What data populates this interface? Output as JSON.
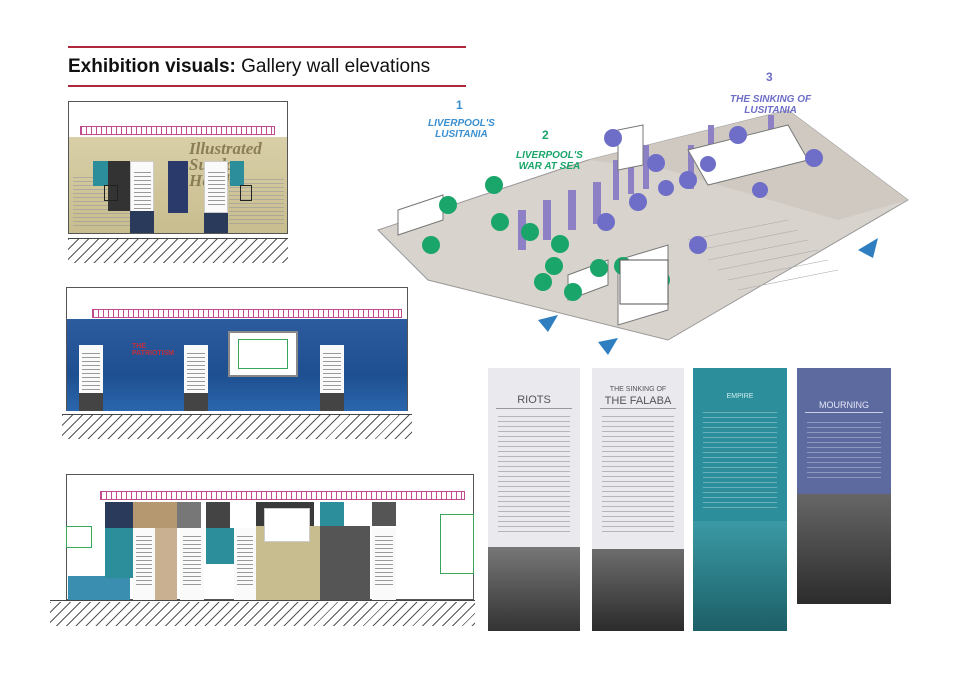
{
  "header": {
    "title_bold": "Exhibition visuals:",
    "title_rest": " Gallery wall elevations"
  },
  "map": {
    "zones": [
      {
        "number": "1",
        "title": "LIVERPOOL'S\nLUSITANIA"
      },
      {
        "number": "2",
        "title": "LIVERPOOL'S\nWAR AT SEA"
      },
      {
        "number": "3",
        "title": "THE SINKING OF\nLUSITANIA"
      }
    ],
    "colors": {
      "zone_title": "#3a8fd0",
      "zone_title_pink": "#c04a9a",
      "circle_purple": "#6e6ec8",
      "circle_green": "#1aa66a",
      "wall": "#8e80c4",
      "arrow": "#2f7fc0",
      "note": "#d05030"
    }
  },
  "banners": [
    {
      "title_small": "",
      "title": "RIOTS",
      "color": "#e9e9ee",
      "text_color": "#555"
    },
    {
      "title_small": "THE SINKING OF",
      "title": "THE FALABA",
      "color": "#e9e9ee",
      "text_color": "#555"
    },
    {
      "title_small": "",
      "title": "EMPIRE",
      "color": "#2b8e9a",
      "text_color": "#cfeff2"
    },
    {
      "title_small": "",
      "title": "MOURNING",
      "color": "#5d6aa0",
      "text_color": "#e3e7f5"
    }
  ],
  "elevation2": {
    "label": "…"
  }
}
